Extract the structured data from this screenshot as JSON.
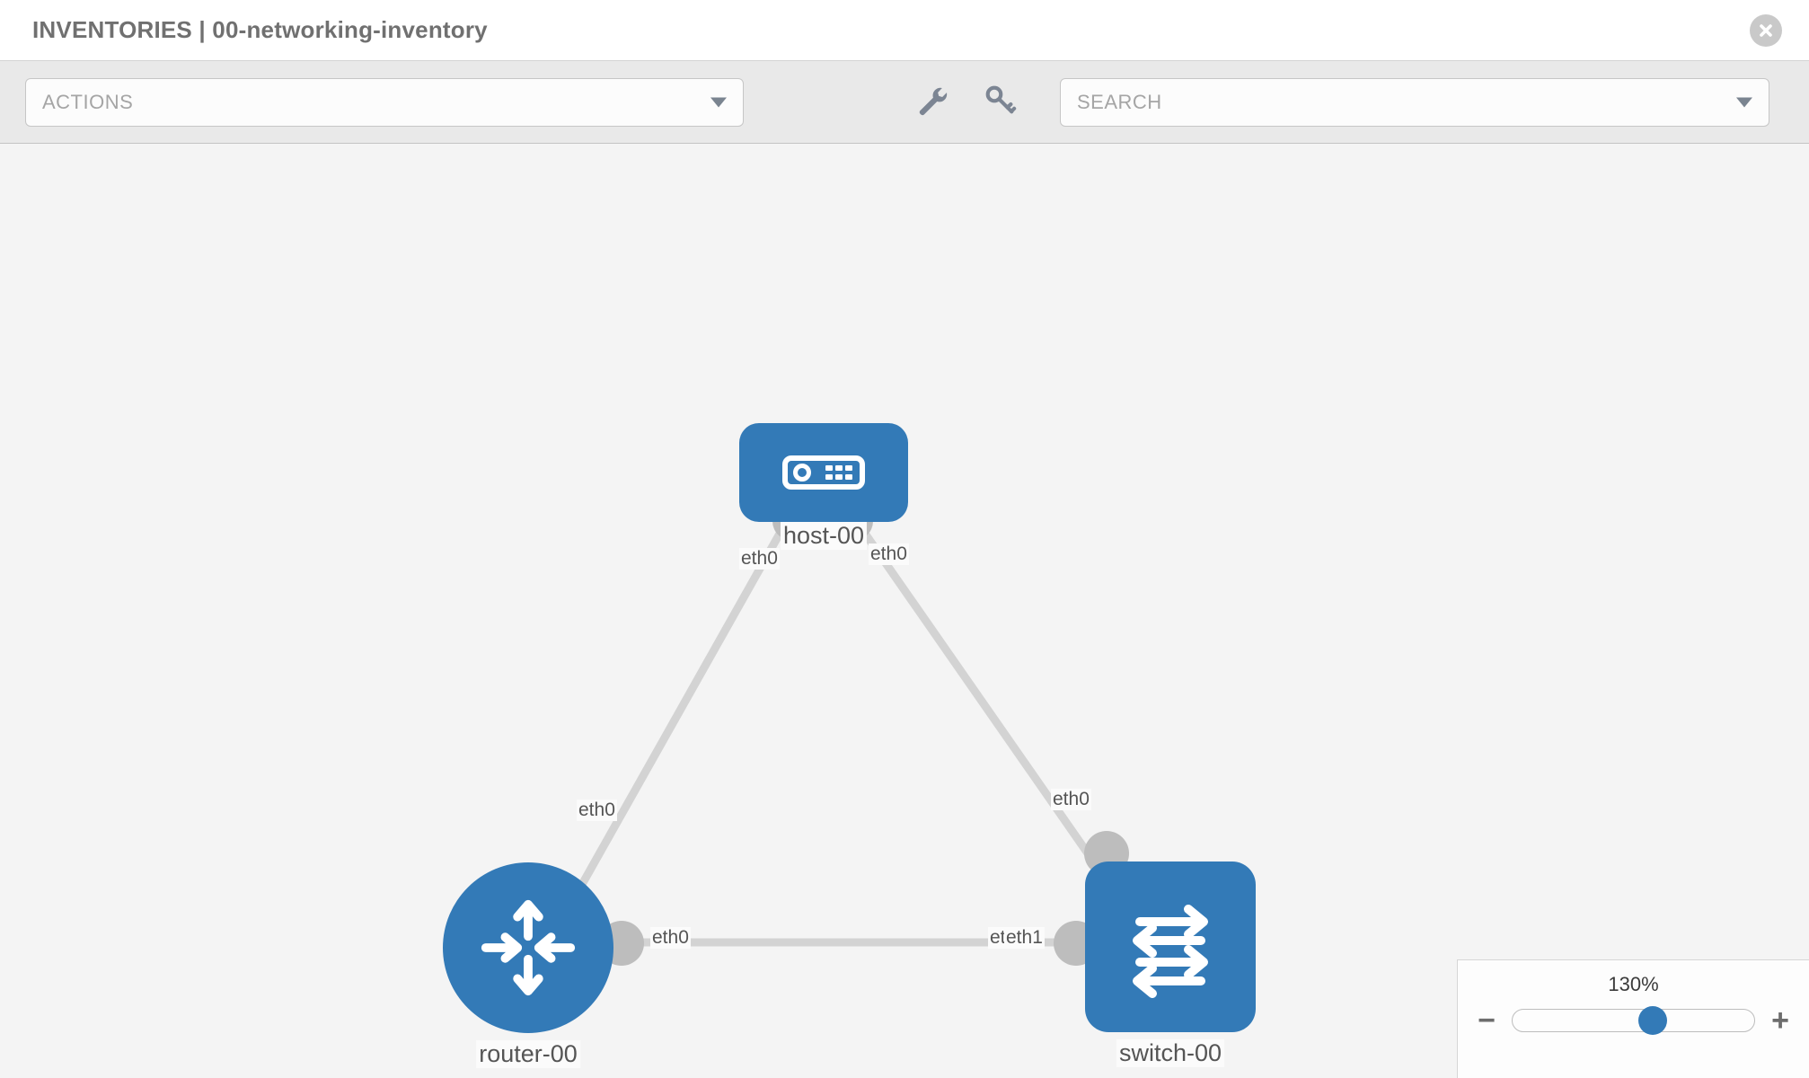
{
  "header": {
    "title": "INVENTORIES | 00-networking-inventory",
    "close_icon": "close-circle-icon"
  },
  "toolbar": {
    "actions": {
      "label": "ACTIONS",
      "caret_icon": "chevron-down-icon"
    },
    "icons": [
      {
        "name": "wrench-icon",
        "title": "wrench"
      },
      {
        "name": "key-icon",
        "title": "key"
      }
    ],
    "search": {
      "placeholder": "SEARCH",
      "value": "SEARCH",
      "caret_icon": "chevron-down-icon"
    }
  },
  "topology": {
    "accent_color": "#337ab7",
    "connector_color": "#b8b8b8",
    "link_color": "#d3d3d3",
    "canvas_color": "#f4f4f4",
    "nodes": [
      {
        "id": "host-00",
        "label": "host-00",
        "type": "host",
        "icon": "server-icon"
      },
      {
        "id": "router-00",
        "label": "router-00",
        "type": "router",
        "icon": "router-arrows-icon"
      },
      {
        "id": "switch-00",
        "label": "switch-00",
        "type": "switch",
        "icon": "switch-arrows-icon"
      }
    ],
    "links": [
      {
        "from": "host-00",
        "from_iface": "eth0",
        "to": "router-00",
        "to_iface": "eth0"
      },
      {
        "from": "host-00",
        "from_iface": "eth0",
        "to": "switch-00",
        "to_iface": "eth0"
      },
      {
        "from": "router-00",
        "from_iface": "eth0",
        "to": "switch-00",
        "to_iface": "eth1"
      }
    ],
    "interface_labels": [
      {
        "text": "eth0",
        "node": "host-00",
        "side": "left"
      },
      {
        "text": "eth0",
        "node": "host-00",
        "side": "right"
      },
      {
        "text": "eth0",
        "node": "router-00",
        "side": "up"
      },
      {
        "text": "eth0",
        "node": "switch-00",
        "side": "up"
      },
      {
        "text": "eth0",
        "node": "router-00",
        "side": "right"
      },
      {
        "text": "eth0",
        "node": "switch-00",
        "side": "left"
      },
      {
        "text": "eth1",
        "node": "switch-00",
        "side": "left"
      }
    ]
  },
  "zoom_control": {
    "value_label": "130%",
    "minus_label": "−",
    "plus_label": "+",
    "thumb_percent": 58
  }
}
